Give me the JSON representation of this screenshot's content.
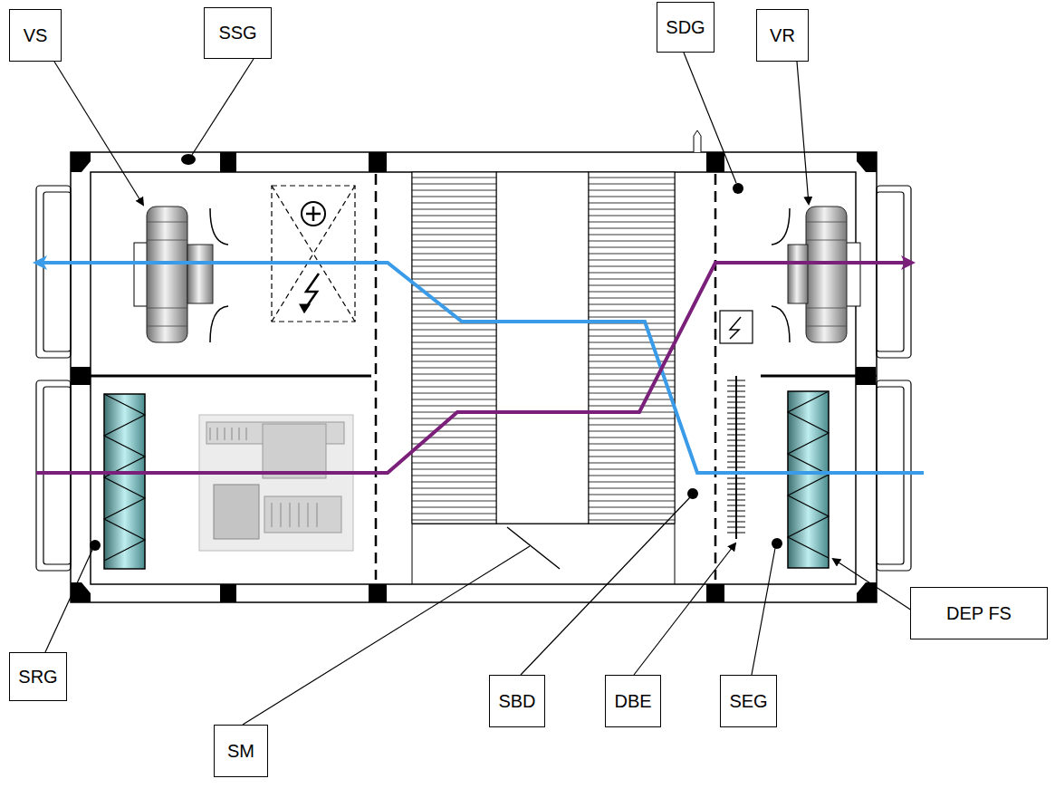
{
  "diagram": {
    "nodes": [
      {
        "text": [
          "VS"
        ]
      },
      {
        "text": [
          "SSG"
        ]
      },
      {
        "text": [
          "SDG"
        ]
      },
      {
        "text": [
          "VR"
        ]
      },
      {
        "text": [
          "SRG"
        ]
      },
      {
        "text": [
          "SM"
        ]
      },
      {
        "text": [
          "SBD"
        ]
      },
      {
        "text": [
          "DBE"
        ]
      },
      {
        "text": [
          "SEG"
        ]
      },
      {
        "text": [
          "DEP FS"
        ]
      }
    ]
  }
}
